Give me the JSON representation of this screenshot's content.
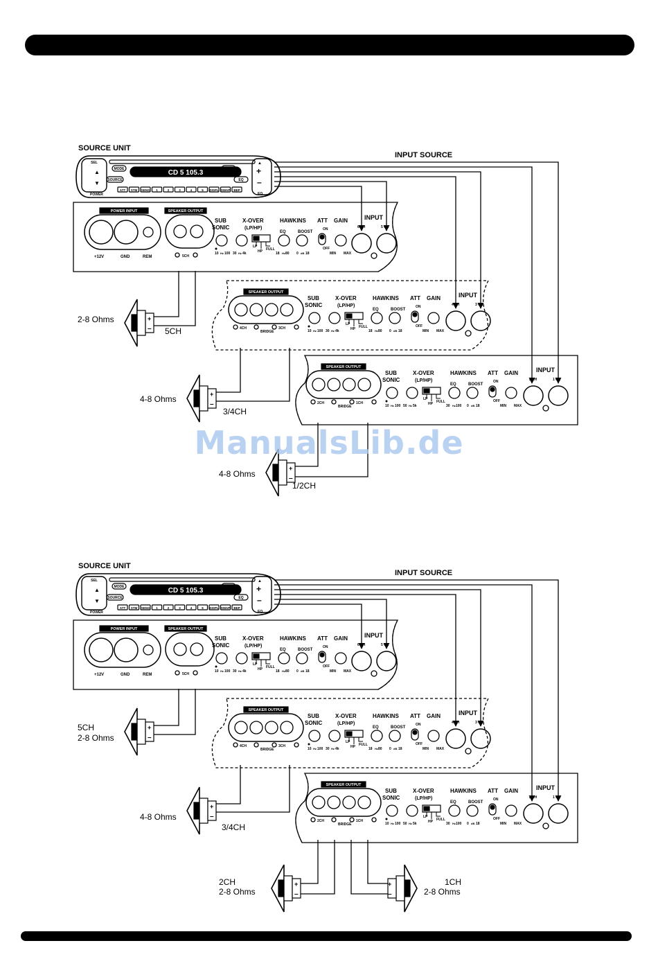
{
  "labels": {
    "source_unit": "SOURCE UNIT",
    "input_source": "INPUT SOURCE",
    "display": "CD 5   105.3",
    "sel": "SEL",
    "mode": "MODE",
    "source_btn": "SOURCE",
    "off": "OFF",
    "eq": "EQ",
    "power": "POWER",
    "head_buttons": [
      "ATT",
      "STM",
      "SENS",
      "1",
      "2",
      "3",
      "4",
      "5",
      "DISPL",
      "SWAP",
      "BEP"
    ],
    "power_input": "POWER INPUT",
    "speaker_output": "SPEAKER OUTPUT",
    "p12v": "+12V",
    "gnd": "GND",
    "rem": "REM",
    "sub": "SUB",
    "sonic": "SONIC",
    "xover": "X-OVER",
    "lphp": "(LP/HP)",
    "hawkins": "HAWKINS",
    "eq_knob": "EQ",
    "boost": "BOOST",
    "att": "ATT",
    "on": "ON",
    "off_sw": "OFF",
    "gain": "GAIN",
    "input": "INPUT",
    "lp": "LP",
    "hp": "HP",
    "full": "FULL",
    "min": "MIN",
    "max": "MAX",
    "bridge": "BRIDGE",
    "ch6": "6 CH",
    "ch5": "5 CH",
    "ch4": "4 CH",
    "ch3": "3 CH",
    "ch2": "2 CH",
    "ch1": "1 CH",
    "out_5ch": "5CH",
    "out_4ch": "4CH",
    "out_3ch": "3CH",
    "out_2ch": "2CH",
    "out_1ch": "1CH",
    "subsonic_scale_a": [
      "10",
      "Hz",
      "100",
      "30",
      "Hz",
      "4k"
    ],
    "subsonic_scale_b": [
      "10",
      "Hz",
      "100",
      "50",
      "Hz",
      "5k"
    ],
    "eq_scale_a": [
      "18",
      "Hz",
      "80"
    ],
    "eq_scale_b": [
      "30",
      "Hz",
      "100"
    ],
    "boost_scale": [
      "0",
      "dB",
      "18"
    ]
  },
  "diagram1": {
    "label_5ch": "5CH",
    "ohms_5ch": "2-8 Ohms",
    "label_34": "3/4CH",
    "ohms_34": "4-8 Ohms",
    "label_12": "1/2CH",
    "ohms_12": "4-8 Ohms"
  },
  "diagram2": {
    "label_5ch": "5CH",
    "ohms_5ch": "2-8 Ohms",
    "label_34": "3/4CH",
    "ohms_34": "4-8 Ohms",
    "label_2ch": "2CH",
    "ohms_2ch": "2-8 Ohms",
    "label_1ch": "1CH",
    "ohms_1ch": "2-8 Ohms"
  },
  "watermark": "ManualsLib.de"
}
